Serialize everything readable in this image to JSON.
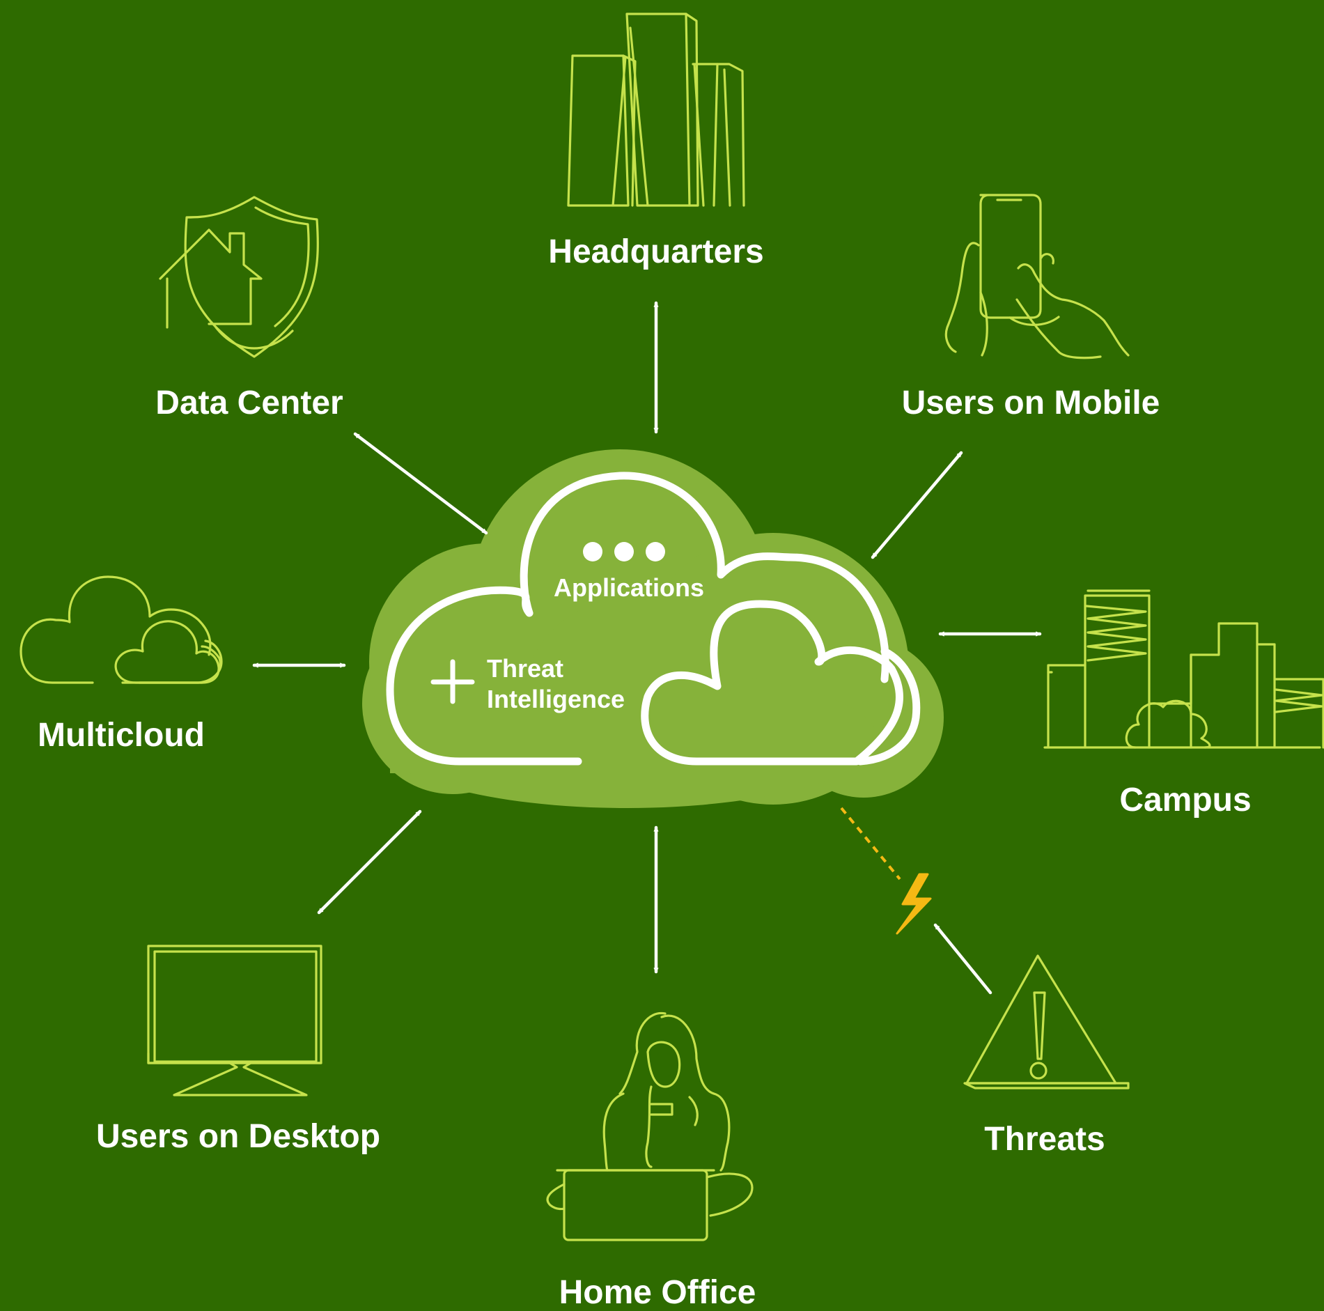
{
  "center": {
    "applications_label": "Applications",
    "threat_label_line1": "Threat",
    "threat_label_line2": "Intelligence"
  },
  "nodes": {
    "headquarters": "Headquarters",
    "data_center": "Data Center",
    "users_on_mobile": "Users on Mobile",
    "multicloud": "Multicloud",
    "campus": "Campus",
    "users_on_desktop": "Users on Desktop",
    "home_office": "Home Office",
    "threats": "Threats"
  },
  "colors": {
    "background": "#2e6b00",
    "cloud_fill": "#86b23a",
    "icon_stroke": "#c6e24c",
    "arrow": "#ffffff",
    "threat_bolt": "#f5b914"
  },
  "icons": {
    "headquarters": "skyscrapers-icon",
    "data_center": "shield-house-icon",
    "users_on_mobile": "hand-holding-phone-icon",
    "multicloud": "two-clouds-icon",
    "campus": "campus-buildings-icon",
    "users_on_desktop": "monitor-icon",
    "home_office": "person-with-laptop-icon",
    "threats": "warning-triangle-icon",
    "threat_block": "lightning-bolt-icon"
  }
}
